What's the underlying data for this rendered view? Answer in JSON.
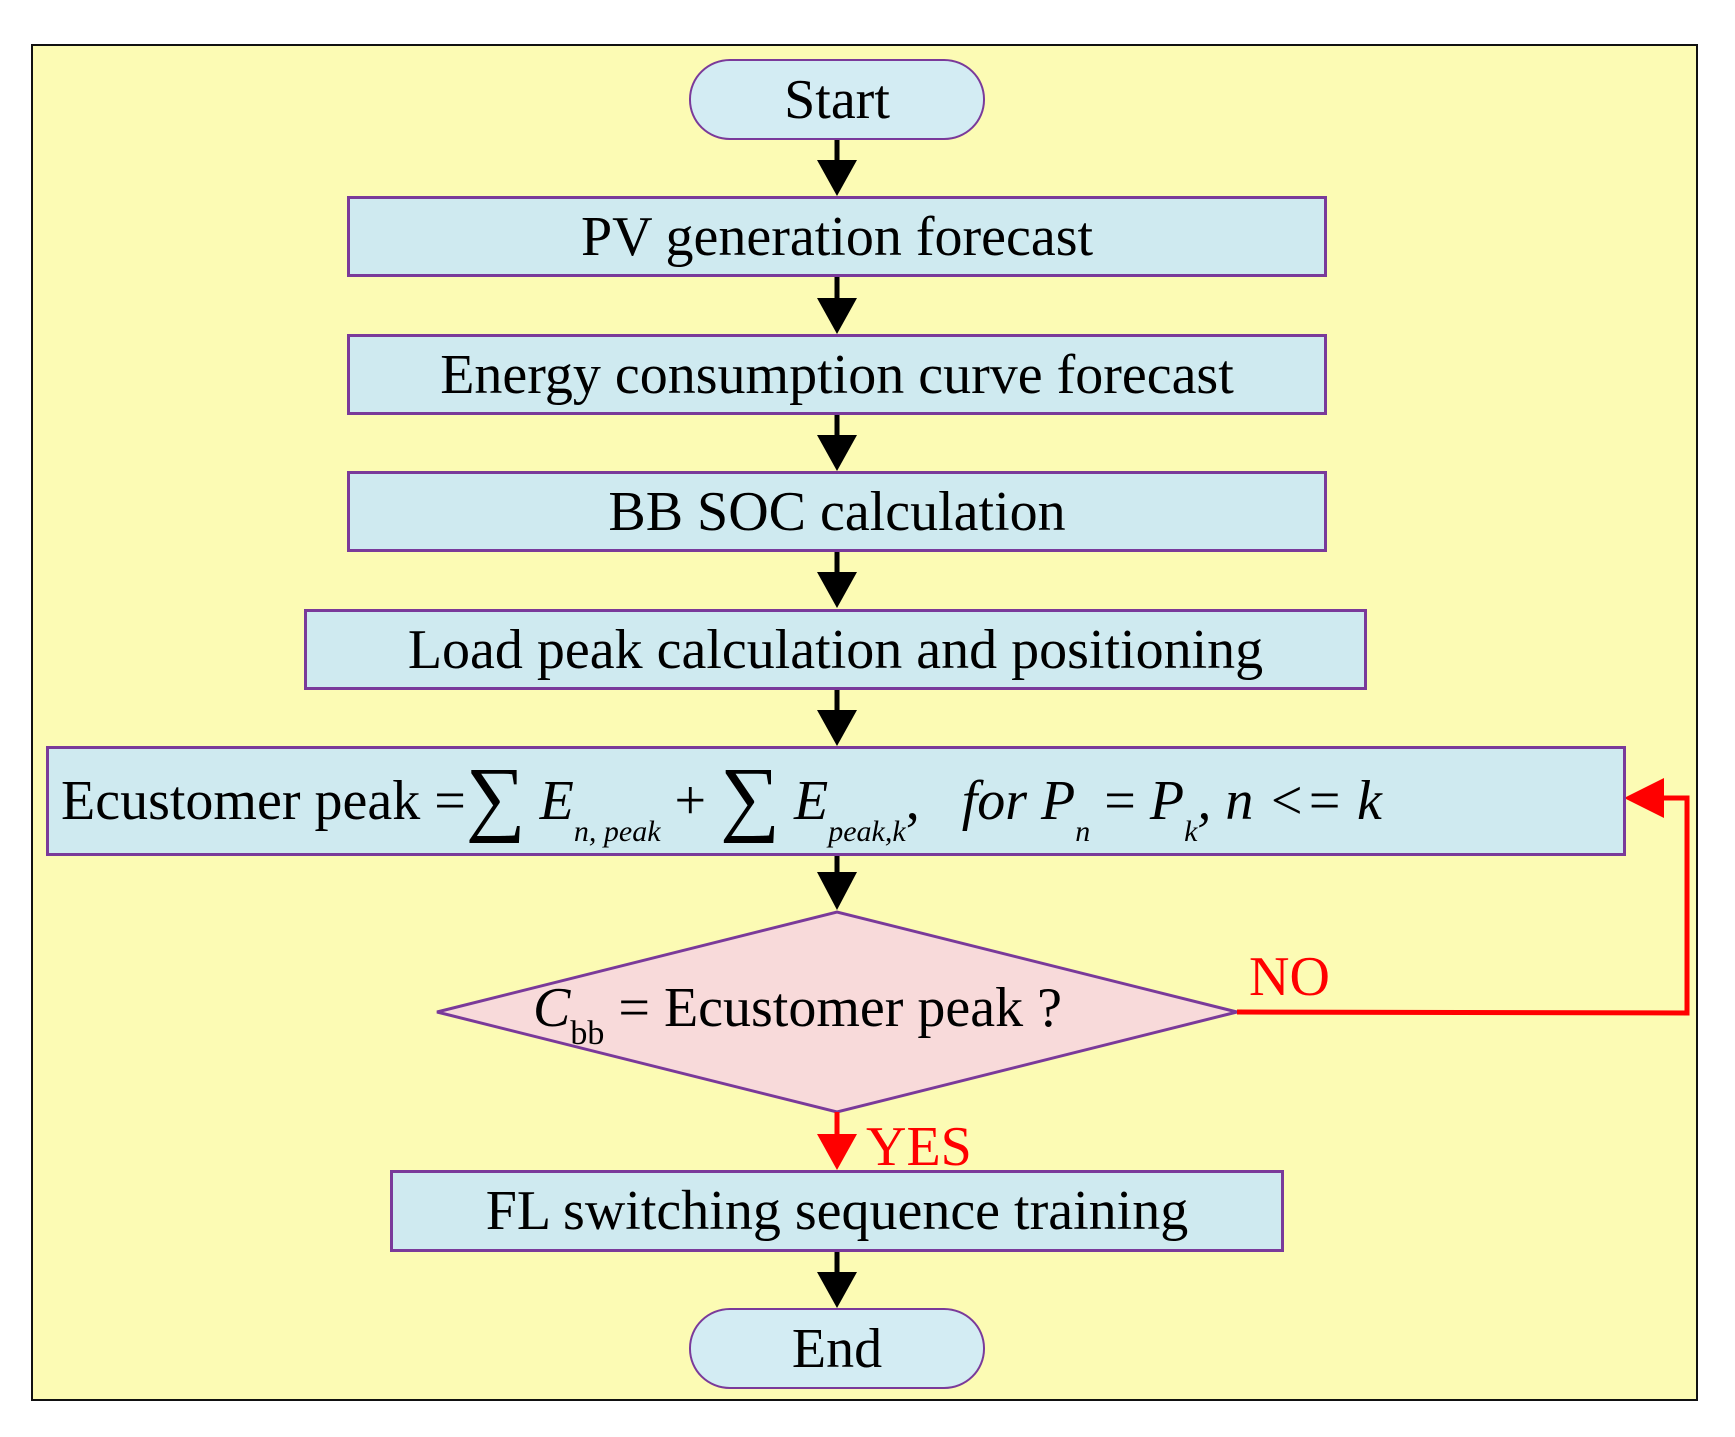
{
  "flowchart": {
    "start": "Start",
    "end": "End",
    "steps": [
      "PV generation forecast",
      "Energy consumption curve forecast",
      "BB SOC calculation",
      "Load peak calculation and positioning",
      "FL switching sequence training"
    ],
    "formula": {
      "lhs": "Ecustomer peak",
      "eq": "=",
      "sum_symbol": "∑",
      "term1": "E",
      "term1_sub": "n, peak",
      "plus": "+",
      "term2": "E",
      "term2_sub": "peak,k",
      "comma": ",",
      "for_text": "for",
      "p1": "P",
      "p1_sub": "n",
      "eq2": "=",
      "p2": "P",
      "p2_sub": "k",
      "cond": ", n <= k"
    },
    "decision": {
      "c": "C",
      "c_sub": "bb",
      "text": " = Ecustomer peak ?"
    },
    "branches": {
      "no": "NO",
      "yes": "YES"
    },
    "colors": {
      "background": "#fcfbb4",
      "process_fill": "#cfeaf0",
      "decision_fill": "#f8dada",
      "border": "#7a3a9a",
      "feedback": "#ff0000"
    }
  }
}
